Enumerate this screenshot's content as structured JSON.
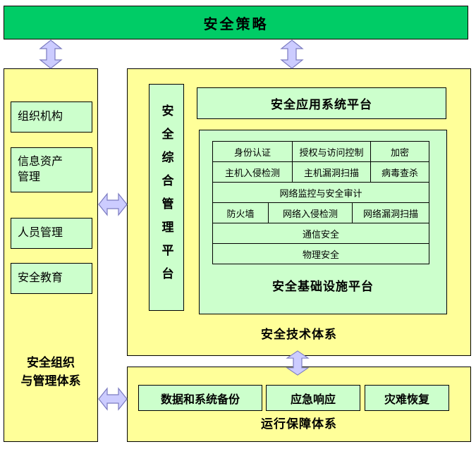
{
  "banner": {
    "label": "安全策略"
  },
  "left_panel": {
    "items": [
      {
        "label": "组织机构"
      },
      {
        "label": [
          "信息资产",
          "管理"
        ]
      },
      {
        "label": "人员管理"
      },
      {
        "label": "安全教育"
      }
    ],
    "label": [
      "安全组织",
      "与管理体系"
    ]
  },
  "tech_system": {
    "mgmt_platform_label": "安全综合管理平台",
    "app_platform_label": "安全应用系统平台",
    "infrastructure": {
      "rows": [
        [
          "身份认证",
          "授权与访问控制",
          "加密"
        ],
        [
          "主机入侵检测",
          "主机漏洞扫描",
          "病毒查杀"
        ],
        [
          "网络监控与安全审计"
        ],
        [
          "防火墙",
          "网络入侵检测",
          "网络漏洞扫描"
        ],
        [
          "通信安全"
        ],
        [
          "物理安全"
        ]
      ],
      "label": "安全基础设施平台"
    },
    "label": "安全技术体系"
  },
  "operations": {
    "items": [
      {
        "label": "数据和系统备份"
      },
      {
        "label": "应急响应"
      },
      {
        "label": "灾难恢复"
      }
    ],
    "label": "运行保障体系"
  },
  "colors": {
    "banner_green": "#00CC66",
    "panel_yellow": "#FFFF99",
    "box_green": "#CCFFCC",
    "arrow_fill": "#CCCCFF",
    "arrow_stroke": "#7B7BC0"
  }
}
